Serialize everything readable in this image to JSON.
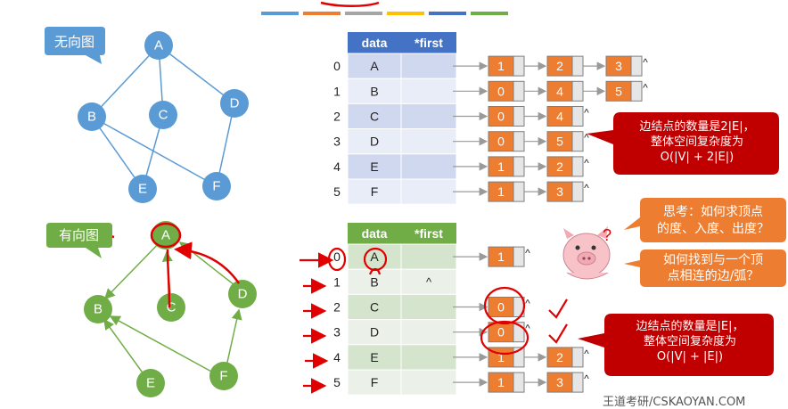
{
  "top_stripes": [
    "#5b9bd5",
    "#ed7d31",
    "#a5a5a5",
    "#ffc000",
    "#4472c4",
    "#70ad47"
  ],
  "undirected": {
    "label": "无向图",
    "nodes": [
      "A",
      "B",
      "C",
      "D",
      "E",
      "F"
    ]
  },
  "directed": {
    "label": "有向图",
    "nodes": [
      "A",
      "B",
      "C",
      "D",
      "E",
      "F"
    ]
  },
  "table_top": {
    "headers": [
      "data",
      "*first"
    ],
    "indices": [
      "0",
      "1",
      "2",
      "3",
      "4",
      "5"
    ],
    "data": [
      "A",
      "B",
      "C",
      "D",
      "E",
      "F"
    ],
    "lists": [
      [
        "1",
        "2",
        "3"
      ],
      [
        "0",
        "4",
        "5"
      ],
      [
        "0",
        "4"
      ],
      [
        "0",
        "5"
      ],
      [
        "1",
        "2"
      ],
      [
        "1",
        "3"
      ]
    ]
  },
  "table_bottom": {
    "headers": [
      "data",
      "*first"
    ],
    "indices": [
      "0",
      "1",
      "2",
      "3",
      "4",
      "5"
    ],
    "data": [
      "A",
      "B",
      "C",
      "D",
      "E",
      "F"
    ],
    "first": [
      "",
      "^",
      "",
      "",
      "",
      ""
    ],
    "lists": [
      [
        "1"
      ],
      [],
      [
        "0"
      ],
      [
        "0"
      ],
      [
        "1",
        "2"
      ],
      [
        "1",
        "3"
      ]
    ]
  },
  "null_mark": "^",
  "callouts": {
    "undirected_edges": [
      "边结点的数量是2|E|，",
      "整体空间复杂度为",
      "O(|V| + 2|E|)"
    ],
    "think": [
      "思考：如何求顶点",
      "的度、入度、出度？"
    ],
    "find": [
      "如何找到与一个顶",
      "点相连的边/弧？"
    ],
    "directed_edges": [
      "边结点的数量是|E|，",
      "整体空间复杂度为",
      "O(|V| + |E|)"
    ]
  },
  "footer": "王道考研/CSKAOYAN.COM",
  "colors": {
    "blue_node": "#5b9bd5",
    "green_node": "#70ad47",
    "orange_cell": "#ed7d31",
    "header_blue": "#4472c4",
    "header_green": "#70ad47",
    "callout_red": "#c00000",
    "callout_orange": "#ed7d31",
    "annot_red": "#e00000"
  }
}
